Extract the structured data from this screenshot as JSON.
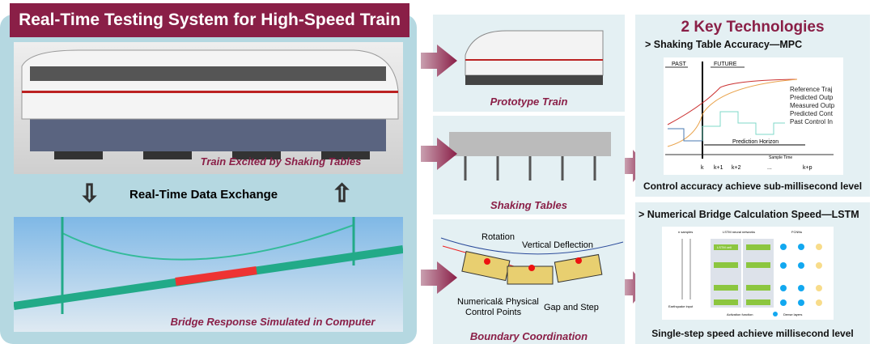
{
  "left": {
    "title": "Real-Time Testing System for High-Speed Train",
    "train_caption": "Train Excited by Shaking Tables",
    "exchange_label": "Real-Time Data Exchange",
    "bridge_caption": "Bridge Response Simulated in Computer"
  },
  "middle": {
    "prototype_caption": "Prototype Train",
    "shaking_caption": "Shaking Tables",
    "boundary_caption": "Boundary Coordination",
    "boundary_labels": {
      "rotation": "Rotation",
      "vertical": "Vertical Deflection",
      "control_points_1": "Numerical& Physical",
      "control_points_2": "Control Points",
      "gap": "Gap and Step"
    }
  },
  "right": {
    "heading": "2 Key Technologies",
    "mpc_title": ">  Shaking Table Accuracy—MPC",
    "mpc_footer": "Control accuracy achieve sub-millisecond level",
    "lstm_title": "> Numerical Bridge Calculation Speed—LSTM",
    "lstm_footer": "Single-step speed achieve millisecond level"
  },
  "mpc_chart": {
    "past": "PAST",
    "future": "FUTURE",
    "horizon": "Prediction Horizon",
    "sample_time": "Sample Time",
    "ticks": [
      "k",
      "k+1",
      "k+2",
      "...",
      "k+p"
    ],
    "legend": [
      "Reference Traj",
      "Predicted Outp",
      "Measured Outp",
      "Predicted Cont",
      "Past Control In"
    ]
  },
  "lstm_diagram": {
    "samples": "n samples",
    "lstm_group": "LSTM neural networks",
    "fcnn_group": "FCNNs",
    "cell": "LSTM cell",
    "input": "Earthquake input",
    "legend_act": "Activation function",
    "legend_dense": "Dense layers"
  },
  "colors": {
    "accent": "#8a1f47",
    "panel": "#e4f0f3",
    "left_panel": "#b5d8e1"
  }
}
